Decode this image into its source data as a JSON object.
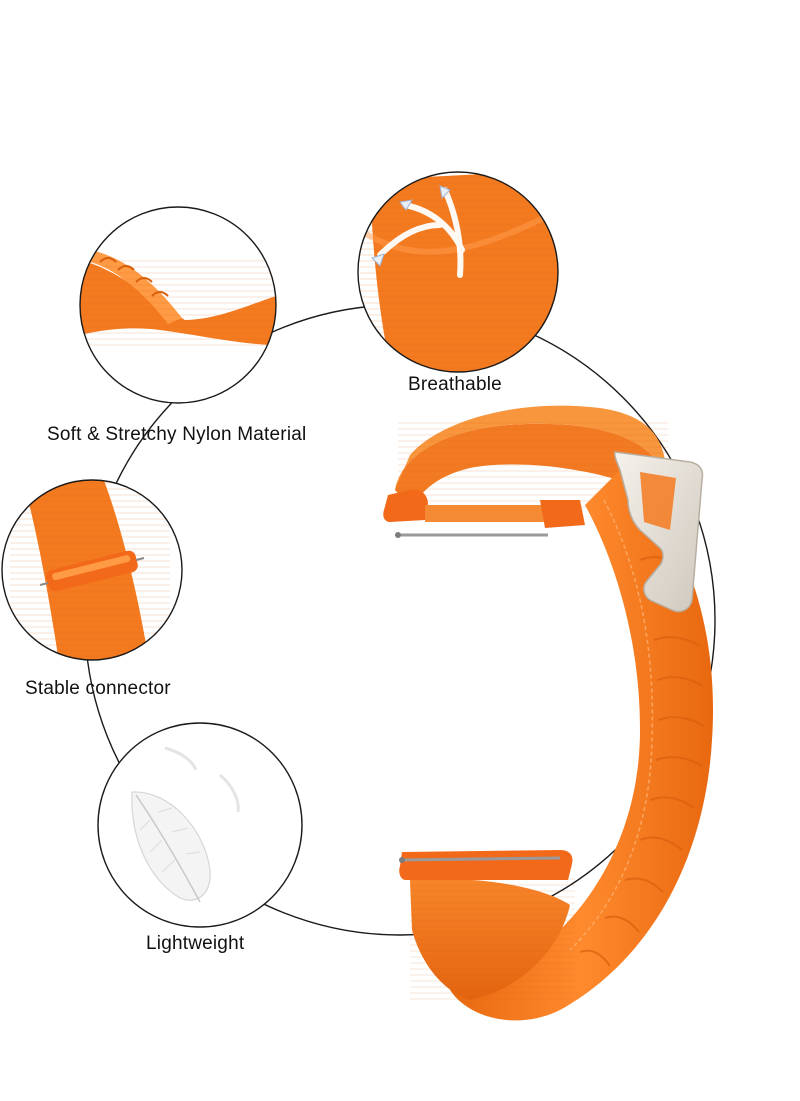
{
  "image": {
    "subject": "orange nylon loop watch band",
    "colors": {
      "background": "#ffffff",
      "band_main": "#f47a1f",
      "band_dark": "#d85e0c",
      "band_light": "#ff9a45",
      "buckle_metal": "#e9e4dc",
      "connector_plastic": "#f26a1b",
      "outline": "#1a1a1a"
    }
  },
  "callouts": {
    "breathable": {
      "label": "Breathable",
      "icon": "airflow-arrows-icon"
    },
    "soft": {
      "label": "Soft & Stretchy Nylon Material",
      "icon": "fabric-stretch-icon"
    },
    "stable": {
      "label": "Stable connector",
      "icon": "spring-bar-connector-icon"
    },
    "lightweight": {
      "label": "Lightweight",
      "icon": "feather-icon"
    }
  }
}
